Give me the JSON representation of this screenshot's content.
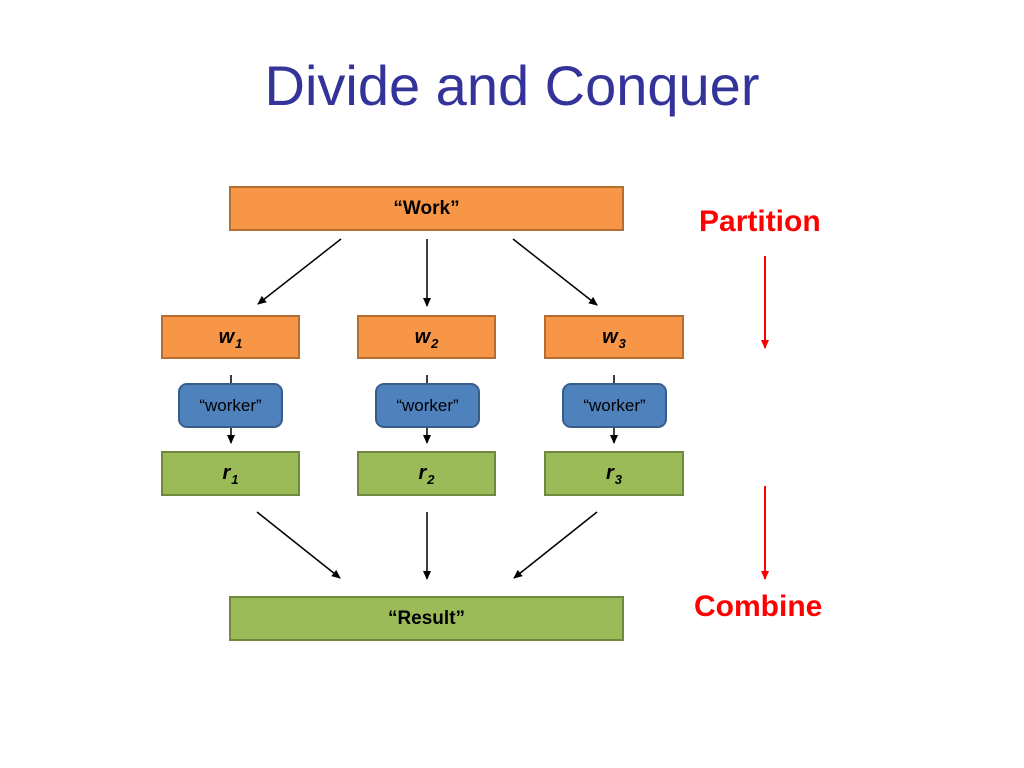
{
  "title": "Divide and Conquer",
  "work_label": "“Work”",
  "result_label": "“Result”",
  "partitions": [
    {
      "var": "w",
      "sub": "1"
    },
    {
      "var": "w",
      "sub": "2"
    },
    {
      "var": "w",
      "sub": "3"
    }
  ],
  "workers": [
    "“worker”",
    "“worker”",
    "“worker”"
  ],
  "results": [
    {
      "var": "r",
      "sub": "1"
    },
    {
      "var": "r",
      "sub": "2"
    },
    {
      "var": "r",
      "sub": "3"
    }
  ],
  "stages": {
    "partition": "Partition",
    "combine": "Combine"
  },
  "colors": {
    "title": "#33339a",
    "work_boxes": "#f79646",
    "result_boxes": "#9bbb59",
    "worker_boxes": "#4f81bd",
    "stage_labels": "#ff0000"
  }
}
